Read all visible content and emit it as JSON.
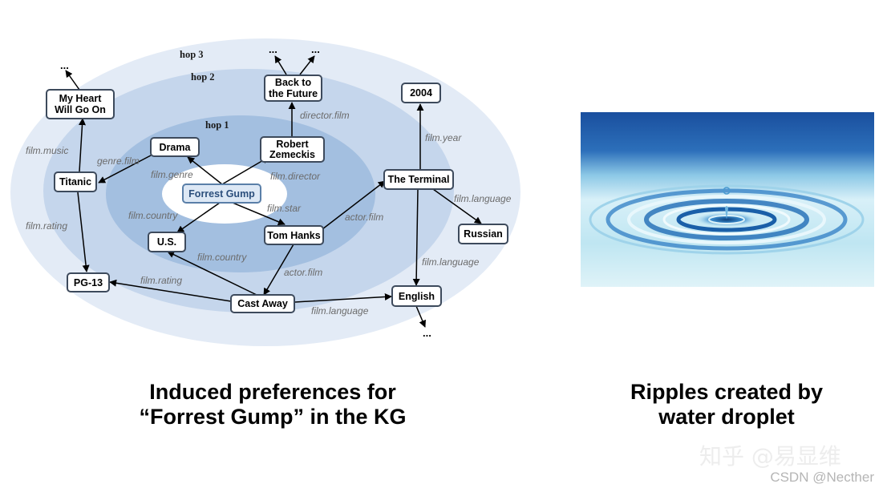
{
  "hops": {
    "hop1": "hop 1",
    "hop2": "hop 2",
    "hop3": "hop 3"
  },
  "nodes": {
    "center": "Forrest Gump",
    "drama": "Drama",
    "zemeckis": [
      "Robert",
      "Zemeckis"
    ],
    "us": "U.S.",
    "hanks": "Tom Hanks",
    "titanic": "Titanic",
    "heart": [
      "My Heart",
      "Will Go On"
    ],
    "future": [
      "Back to",
      "the Future"
    ],
    "terminal": "The Terminal",
    "year2004": "2004",
    "pg13": "PG-13",
    "castaway": "Cast Away",
    "english": "English",
    "russian": "Russian"
  },
  "edge_labels": {
    "film_genre": "film.genre",
    "film_director": "film.director",
    "film_country": "film.country",
    "film_star": "film.star",
    "genre_film": "genre.film",
    "director_film": "director.film",
    "film_music": "film.music",
    "film_rating_1": "film.rating",
    "film_rating_2": "film.rating",
    "actor_film_1": "actor.film",
    "actor_film_2": "actor.film",
    "film_country_2": "film.country",
    "film_year": "film.year",
    "film_language_1": "film.language",
    "film_language_2": "film.language",
    "film_language_3": "film.language"
  },
  "ellipsis": "...",
  "captions": {
    "left_line1": "Induced preferences for",
    "left_line2": "“Forrest Gump”  in the KG",
    "right_line1": "Ripples created by",
    "right_line2": "water droplet"
  },
  "watermarks": {
    "zhihu": "知乎 @易显维",
    "csdn": "CSDN @Necther"
  },
  "colors": {
    "hop3_ring": "#e3ebf6",
    "hop2_ring": "#c5d6ec",
    "hop1_ring": "#a3bfe0",
    "center_area": "#ffffff",
    "water_dark": "#1a4f9e",
    "water_light": "#bfe6f2"
  }
}
